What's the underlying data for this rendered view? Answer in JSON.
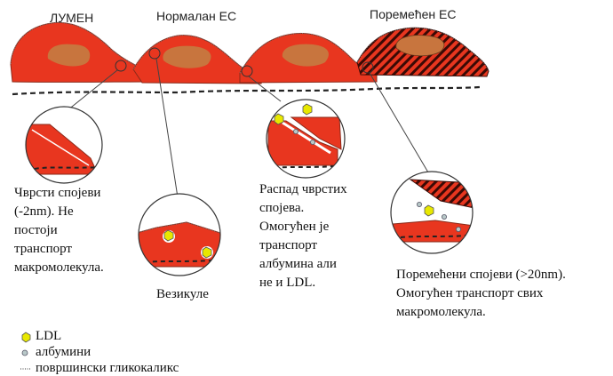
{
  "headers": {
    "lumen": "ЛУМЕН",
    "normal_ec": "Нормалан ЕС",
    "damaged_ec": "Поремећен ЕС"
  },
  "captions": {
    "tight_junctions": [
      "Чврсти спојеви",
      "(-2nm). Не",
      "постоји",
      "транспорт",
      "макромолекула."
    ],
    "vesicles": "Везикуле",
    "junction_breakdown": [
      "Распад чврстих",
      "спојева.",
      "Омогућен је",
      "транспорт",
      "албумина али",
      "не и LDL."
    ],
    "damaged_junctions": [
      "Поремећени спојеви (>20nm).",
      "Омогућен транспорт свих",
      "макромолекула."
    ]
  },
  "legend": {
    "ldl": "LDL",
    "albumin": "албумини",
    "glycocalyx": "површински гликокаликс"
  },
  "colors": {
    "cell_red": "#e8361f",
    "nucleus": "#c8753e",
    "outline": "#7a1a10",
    "ldl_yellow": "#e8e800",
    "albumin_gray": "#b8c8c8"
  }
}
